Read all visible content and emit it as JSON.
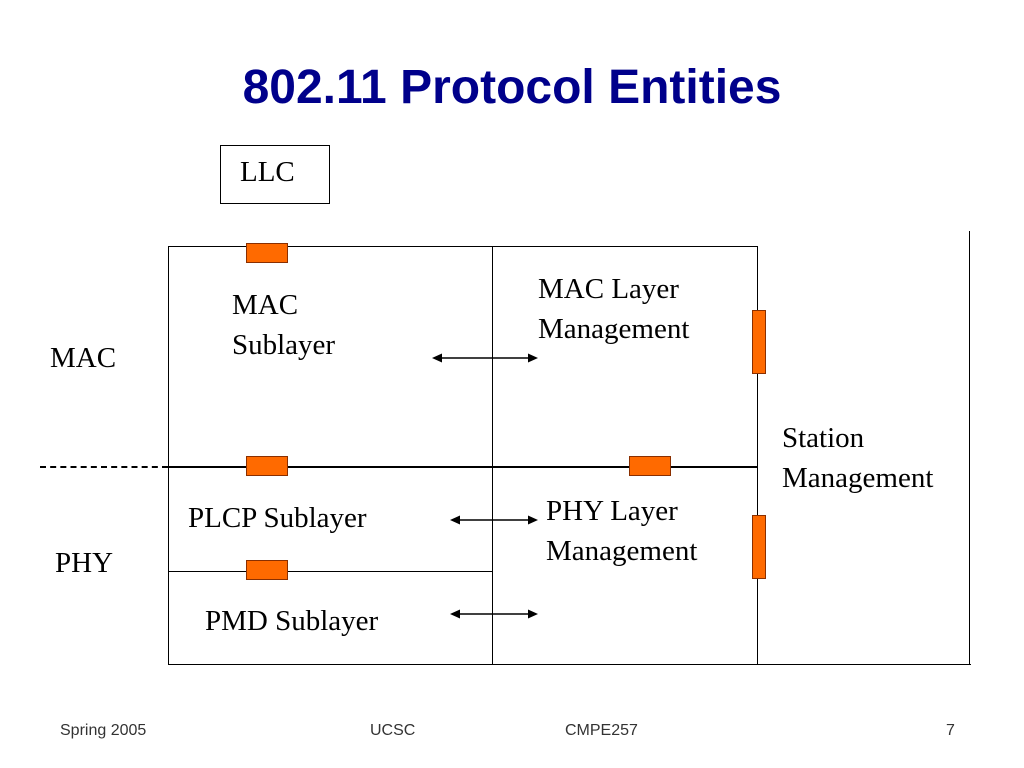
{
  "title": "802.11 Protocol Entities",
  "llc": "LLC",
  "mac_side": "MAC",
  "phy_side": "PHY",
  "mac_sublayer": [
    "MAC",
    "Sublayer"
  ],
  "mac_layer_mgmt": [
    "MAC Layer",
    "Management"
  ],
  "plcp_sublayer": "PLCP Sublayer",
  "pmd_sublayer": "PMD Sublayer",
  "phy_layer_mgmt": [
    "PHY Layer",
    "Management"
  ],
  "station_mgmt": [
    "Station",
    "Management"
  ],
  "footer": {
    "left": "Spring 2005",
    "center": "UCSC",
    "course": "CMPE257",
    "page": "7"
  },
  "colors": {
    "title": "#00008b",
    "sap": "#ff6a00"
  }
}
